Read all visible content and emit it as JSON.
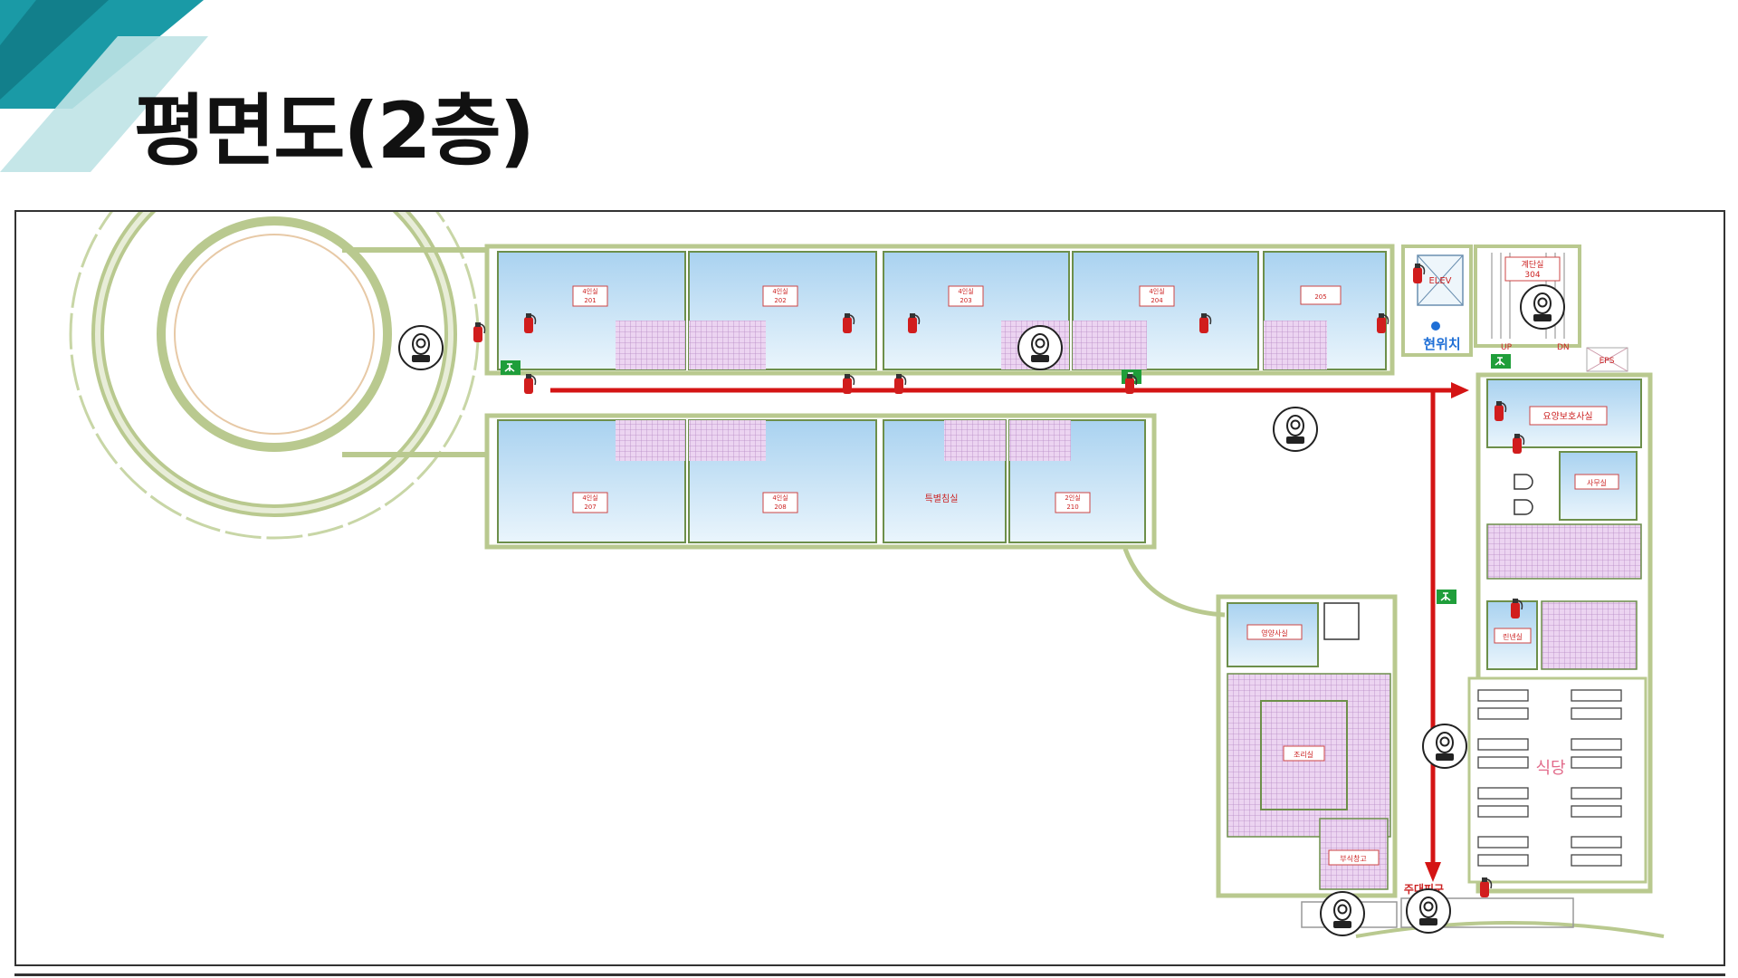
{
  "title": "평면도(2층)",
  "colors": {
    "accent_teal": "#1a9aa6",
    "accent_teal_dark": "#127a86",
    "accent_teal_light": "#bfe3e6",
    "evac_route": "#d41414",
    "room_fill": "#cfe6f7",
    "tile_fill": "#e2c6ea",
    "wall": "#b9c98f",
    "exit_sign": "#1f9e3a",
    "here_marker": "#1f6fd6"
  },
  "rooms_top": [
    {
      "type": "4인실",
      "number": "201"
    },
    {
      "type": "4인실",
      "number": "202"
    },
    {
      "type": "4인실",
      "number": "203"
    },
    {
      "type": "4인실",
      "number": "204"
    },
    {
      "type": "",
      "number": "205"
    }
  ],
  "rooms_bottom": [
    {
      "type": "4인실",
      "number": "207"
    },
    {
      "type": "4인실",
      "number": "208"
    },
    {
      "type": "특별침실",
      "number": ""
    },
    {
      "type": "2인실",
      "number": "210"
    }
  ],
  "labels": {
    "stair": "계단실",
    "stair_number": "304",
    "elev": "ELEV",
    "current_location": "현위치",
    "up": "UP",
    "dn": "DN",
    "eps": "EPS",
    "nurse_station": "요양보호사실",
    "office_small": "사무실",
    "nutrition": "영양사실",
    "kitchen": "조리실",
    "food_storage": "부식창고",
    "cafeteria": "식당",
    "evacuation_exit": "주대피구",
    "small_room": "린넨실"
  },
  "icon_names": {
    "fire_extinguisher": "fire-extinguisher-icon",
    "exit_sign": "exit-sign-icon",
    "camera_360": "camera-360-icon"
  }
}
